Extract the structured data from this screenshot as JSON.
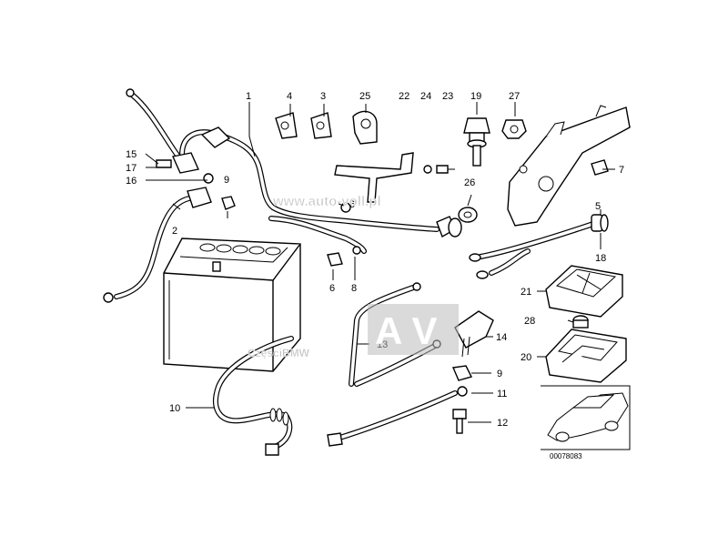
{
  "diagram": {
    "watermark_url": "www.auto-voll.pl",
    "watermark_logo": "A V",
    "watermark_caption": "CzęściBMW",
    "ref_code": "00078083",
    "labels": {
      "l1": "1",
      "l2": "2",
      "l3": "3",
      "l4": "4",
      "l5": "5",
      "l6a": "6",
      "l6b": "6",
      "l7": "7",
      "l8": "8",
      "l9a": "9",
      "l9b": "9",
      "l10": "10",
      "l11": "11",
      "l12": "12",
      "l13": "13",
      "l14": "14",
      "l15": "15",
      "l16": "16",
      "l17": "17",
      "l18": "18",
      "l19": "19",
      "l20": "20",
      "l21": "21",
      "l22": "22",
      "l23": "23",
      "l24": "24",
      "l25": "25",
      "l26": "26",
      "l27": "27",
      "l28": "28"
    }
  }
}
